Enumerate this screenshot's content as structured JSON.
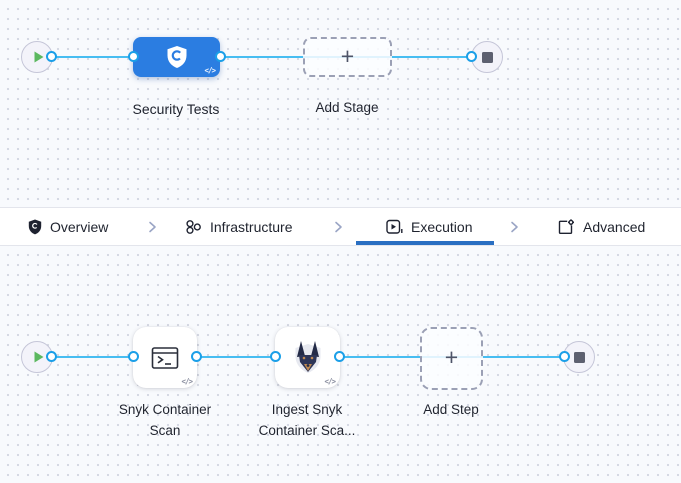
{
  "colors": {
    "stage_blue": "#2b7de1",
    "flow_line_blue": "#47bdf1",
    "connector_ring_blue": "#1b9fe8",
    "active_tab_underline": "#2a6fc2",
    "play_green": "#5cb860",
    "end_square_gray": "#5d6070"
  },
  "top_canvas": {
    "stage": {
      "label": "Security Tests",
      "icon": "security-shield-icon",
      "code_badge": "</>"
    },
    "add_stage": {
      "label": "Add Stage",
      "plus": "+"
    }
  },
  "tab_bar": {
    "tabs": [
      {
        "label": "Overview",
        "icon": "shield-icon",
        "active": false
      },
      {
        "label": "Infrastructure",
        "icon": "topology-icon",
        "active": false
      },
      {
        "label": "Execution",
        "icon": "play-square-icon",
        "active": true
      },
      {
        "label": "Advanced",
        "icon": "settings-doc-icon",
        "active": false
      }
    ]
  },
  "bottom_canvas": {
    "steps": [
      {
        "label_line1": "Snyk Container",
        "label_line2": "Scan",
        "icon": "terminal-icon",
        "code_badge": "</>"
      },
      {
        "label_line1": "Ingest Snyk",
        "label_line2": "Container Sca...",
        "icon": "snyk-doberman-icon",
        "code_badge": "</>"
      }
    ],
    "add_step": {
      "label": "Add Step",
      "plus": "+"
    }
  }
}
